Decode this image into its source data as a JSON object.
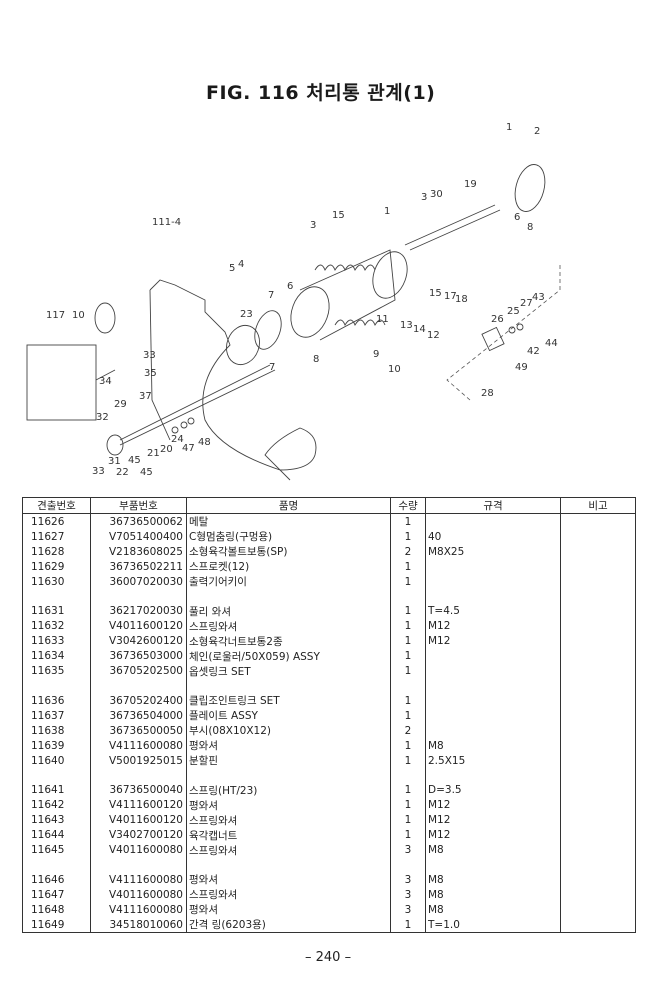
{
  "title": "FIG. 116 처리통 관계(1)",
  "diagram": {
    "callouts": [
      "1",
      "2",
      "19",
      "30",
      "3",
      "6",
      "8",
      "15",
      "3",
      "1",
      "111-4",
      "5",
      "4",
      "7",
      "6",
      "23",
      "117",
      "10",
      "15",
      "17",
      "18",
      "43",
      "27",
      "25",
      "26",
      "11",
      "13",
      "14",
      "12",
      "9",
      "10",
      "8",
      "44",
      "42",
      "49",
      "28",
      "7",
      "34",
      "33",
      "35",
      "37",
      "29",
      "32",
      "31",
      "22",
      "45",
      "45",
      "33",
      "21",
      "20",
      "24",
      "47",
      "48"
    ]
  },
  "table": {
    "headers": [
      "견출번호",
      "부품번호",
      "품명",
      "수량",
      "규격",
      "비고"
    ],
    "groups": [
      [
        [
          "11626",
          "36736500062",
          "메탈",
          "1",
          "",
          ""
        ],
        [
          "11627",
          "V7051400400",
          "C형멈춤링(구멍용)",
          "1",
          "40",
          ""
        ],
        [
          "11628",
          "V2183608025",
          "소형육각볼트보통(SP)",
          "2",
          "M8X25",
          ""
        ],
        [
          "11629",
          "36736502211",
          "스프로켓(12)",
          "1",
          "",
          ""
        ],
        [
          "11630",
          "36007020030",
          "출력기어키이",
          "1",
          "",
          ""
        ]
      ],
      [
        [
          "11631",
          "36217020030",
          "풀리 와셔",
          "1",
          "T=4.5",
          ""
        ],
        [
          "11632",
          "V4011600120",
          "스프링와셔",
          "1",
          "M12",
          ""
        ],
        [
          "11633",
          "V3042600120",
          "소형육각너트보통2종",
          "1",
          "M12",
          ""
        ],
        [
          "11634",
          "36736503000",
          "체인(로울러/50X059) ASSY",
          "1",
          "",
          ""
        ],
        [
          "11635",
          "36705202500",
          "옵셋링크 SET",
          "1",
          "",
          ""
        ]
      ],
      [
        [
          "11636",
          "36705202400",
          "클립조인트링크 SET",
          "1",
          "",
          ""
        ],
        [
          "11637",
          "36736504000",
          "플레이트 ASSY",
          "1",
          "",
          ""
        ],
        [
          "11638",
          "36736500050",
          "부시(08X10X12)",
          "2",
          "",
          ""
        ],
        [
          "11639",
          "V4111600080",
          "평와셔",
          "1",
          "M8",
          ""
        ],
        [
          "11640",
          "V5001925015",
          "분할핀",
          "1",
          "2.5X15",
          ""
        ]
      ],
      [
        [
          "11641",
          "36736500040",
          "스프링(HT/23)",
          "1",
          "D=3.5",
          ""
        ],
        [
          "11642",
          "V4111600120",
          "평와셔",
          "1",
          "M12",
          ""
        ],
        [
          "11643",
          "V4011600120",
          "스프링와셔",
          "1",
          "M12",
          ""
        ],
        [
          "11644",
          "V3402700120",
          "육각캡너트",
          "1",
          "M12",
          ""
        ],
        [
          "11645",
          "V4011600080",
          "스프링와셔",
          "3",
          "M8",
          ""
        ]
      ],
      [
        [
          "11646",
          "V4111600080",
          "평와셔",
          "3",
          "M8",
          ""
        ],
        [
          "11647",
          "V4011600080",
          "스프링와셔",
          "3",
          "M8",
          ""
        ],
        [
          "11648",
          "V4111600080",
          "평와셔",
          "3",
          "M8",
          ""
        ],
        [
          "11649",
          "34518010060",
          "간격 링(6203용)",
          "1",
          "T=1.0",
          ""
        ]
      ]
    ]
  },
  "page_number": "– 240 –"
}
